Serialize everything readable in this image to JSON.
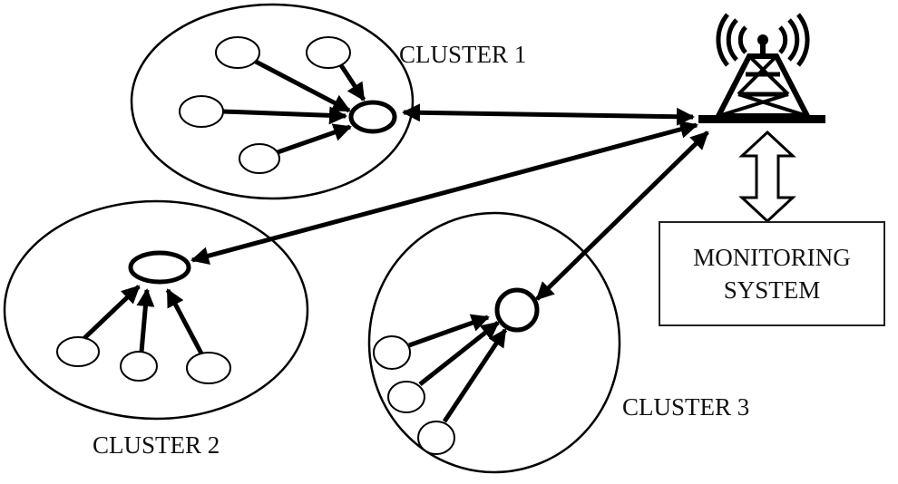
{
  "clusters": [
    {
      "label": "CLUSTER 1"
    },
    {
      "label": "CLUSTER 2"
    },
    {
      "label": "CLUSTER 3"
    }
  ],
  "monitoring": {
    "line1": "MONITORING",
    "line2": "SYSTEM"
  },
  "icons": {
    "tower": "radio-tower-icon"
  },
  "colors": {
    "stroke": "#000000",
    "background": "#ffffff"
  }
}
